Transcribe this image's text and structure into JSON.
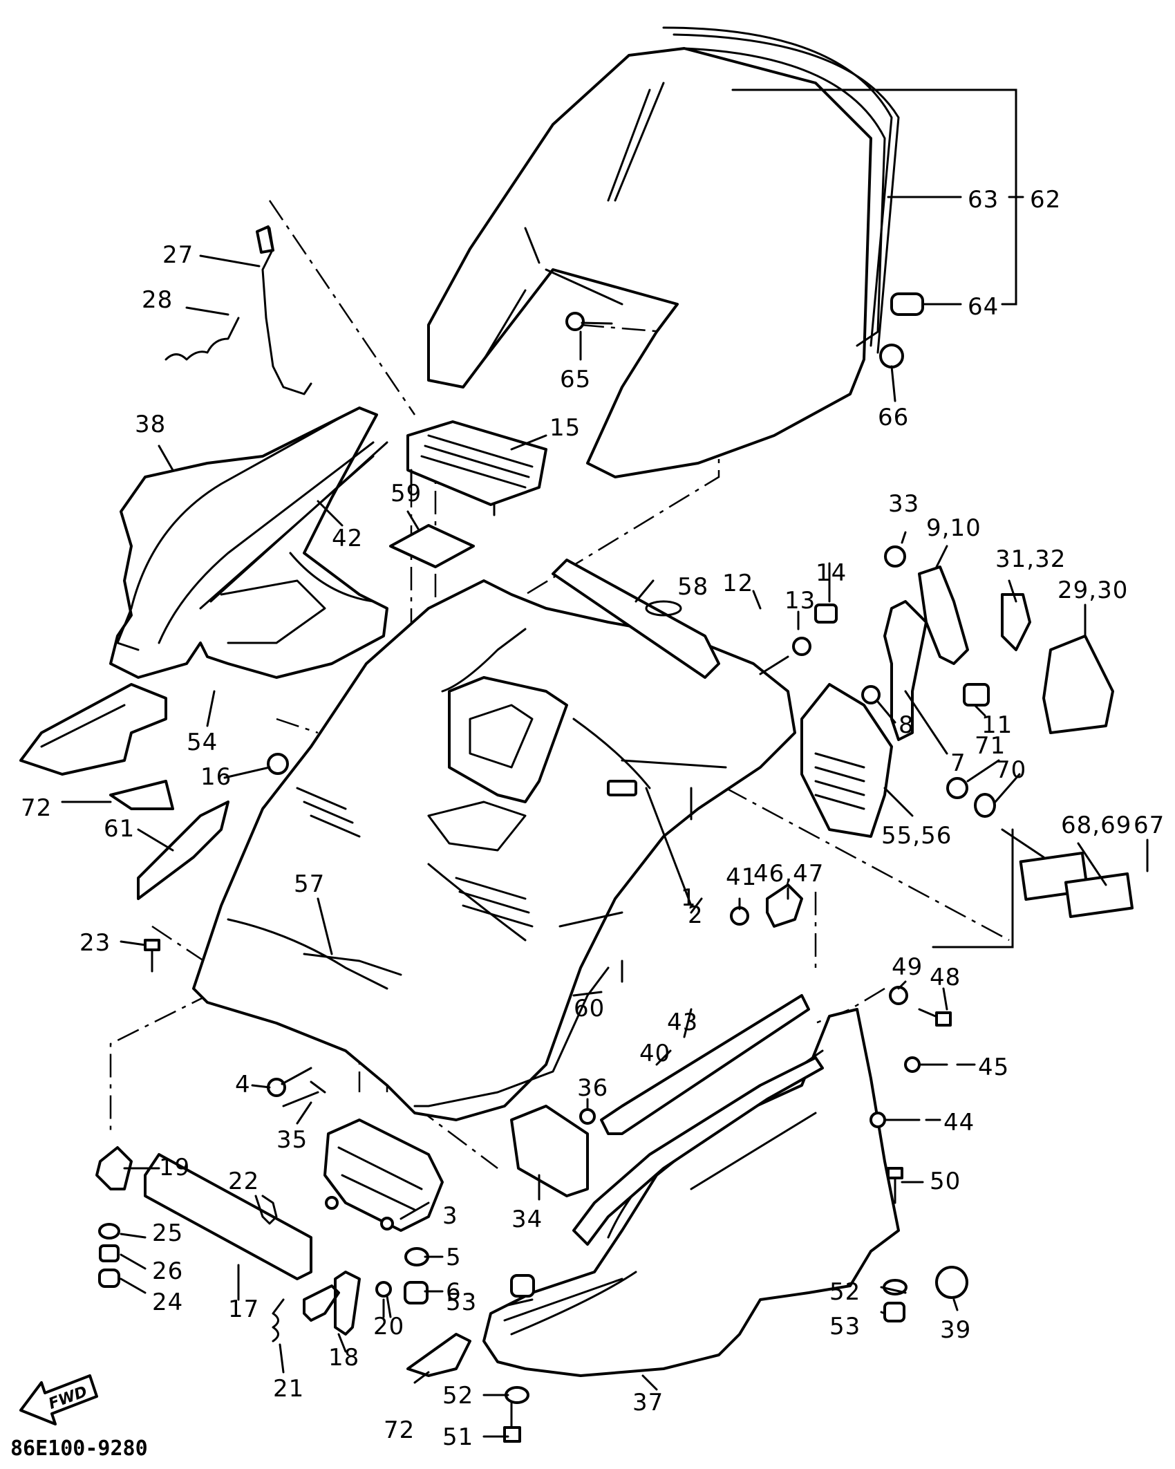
{
  "diagram": {
    "drawing_code": "86E100-9280",
    "direction_arrow_text": "FWD",
    "part_labels": {
      "p1": "1",
      "p2": "2",
      "p3": "3",
      "p4": "4",
      "p5": "5",
      "p6": "6",
      "p7": "7",
      "p8": "8",
      "p9_10": "9,10",
      "p11": "11",
      "p12": "12",
      "p13": "13",
      "p14": "14",
      "p15": "15",
      "p16": "16",
      "p17": "17",
      "p18": "18",
      "p19": "19",
      "p20": "20",
      "p21": "21",
      "p22": "22",
      "p23": "23",
      "p24": "24",
      "p25": "25",
      "p26": "26",
      "p27": "27",
      "p28": "28",
      "p29_30": "29,30",
      "p31_32": "31,32",
      "p33": "33",
      "p34": "34",
      "p35": "35",
      "p36": "36",
      "p37": "37",
      "p38": "38",
      "p39": "39",
      "p40": "40",
      "p41": "41",
      "p42": "42",
      "p43": "43",
      "p44": "44",
      "p45": "45",
      "p46_47": "46,47",
      "p48": "48",
      "p49": "49",
      "p50": "50",
      "p51": "51",
      "p52a": "52",
      "p52b": "52",
      "p53a": "53",
      "p53b": "53",
      "p54": "54",
      "p55_56": "55,56",
      "p57": "57",
      "p58": "58",
      "p59": "59",
      "p60": "60",
      "p61": "61",
      "p62": "62",
      "p63": "63",
      "p64": "64",
      "p65": "65",
      "p66": "66",
      "p67": "67",
      "p68_69": "68,69",
      "p70": "70",
      "p71": "71",
      "p72a": "72",
      "p72b": "72"
    }
  }
}
